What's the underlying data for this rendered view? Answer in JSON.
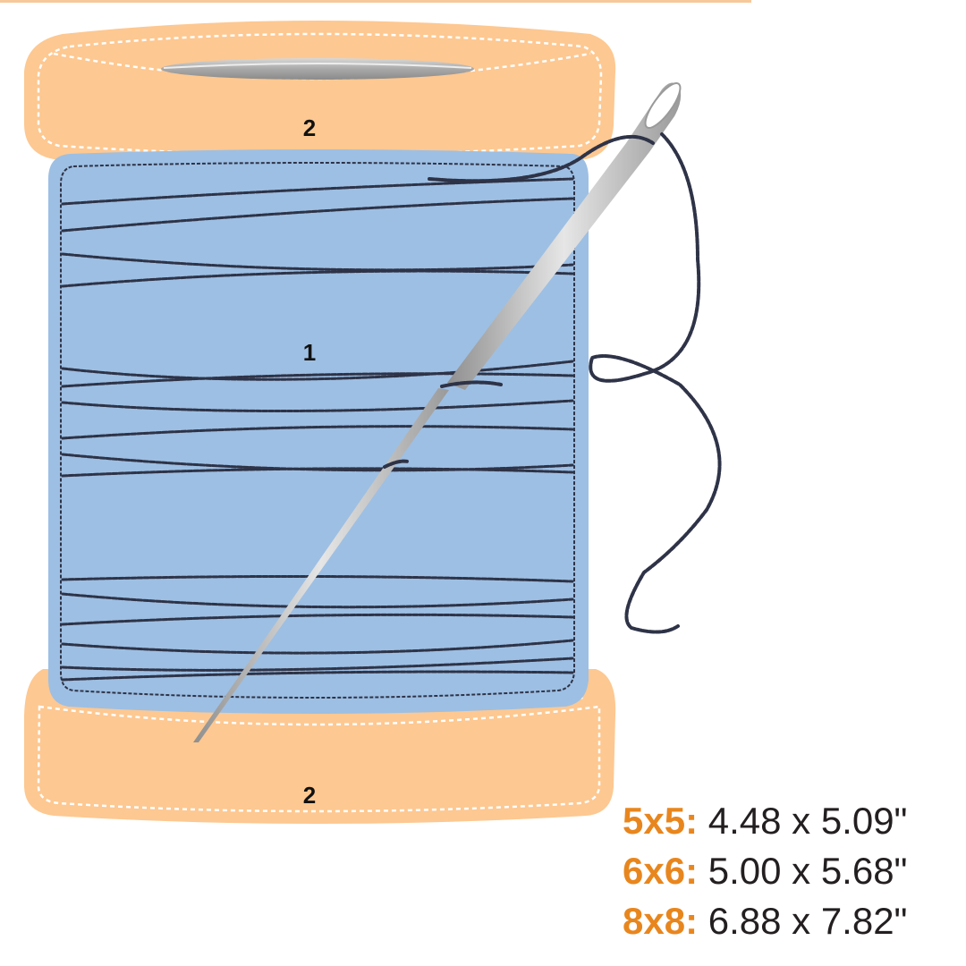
{
  "pieces": {
    "top_flange_label": "2",
    "thread_body_label": "1",
    "bottom_flange_label": "2"
  },
  "colors": {
    "flange": "#fdc891",
    "thread_body": "#9dbfe3",
    "thread": "#2e3347",
    "needle": "#b4b4b4",
    "stitch": "#ffffff",
    "hoop_accent": "#e8861e",
    "text": "#231f20"
  },
  "size_table": [
    {
      "hoop": "5x5:",
      "dims": "4.48 x 5.09\""
    },
    {
      "hoop": "6x6:",
      "dims": "5.00 x 5.68\""
    },
    {
      "hoop": "8x8:",
      "dims": "6.88 x 7.82\""
    }
  ]
}
